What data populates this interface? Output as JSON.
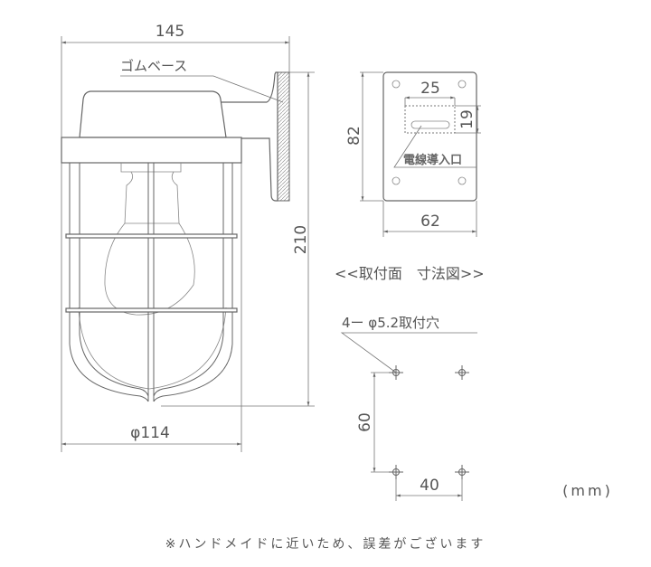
{
  "side_view": {
    "width_dim": "145",
    "height_dim": "210",
    "diameter_dim": "φ114",
    "rubber_base_label": "ゴムベース"
  },
  "mount_plate": {
    "height_dim": "82",
    "width_dim": "62",
    "slot_width_dim": "25",
    "slot_height_dim": "19",
    "cable_entry_label": "電線導入口"
  },
  "mounting": {
    "title": "<<取付面　寸法図>>",
    "holes_label": "4ー φ5.2取付穴",
    "vertical_spacing_dim": "60",
    "horizontal_spacing_dim": "40"
  },
  "units": "(mm)",
  "note": "※ハンドメイドに近いため、誤差がございます"
}
